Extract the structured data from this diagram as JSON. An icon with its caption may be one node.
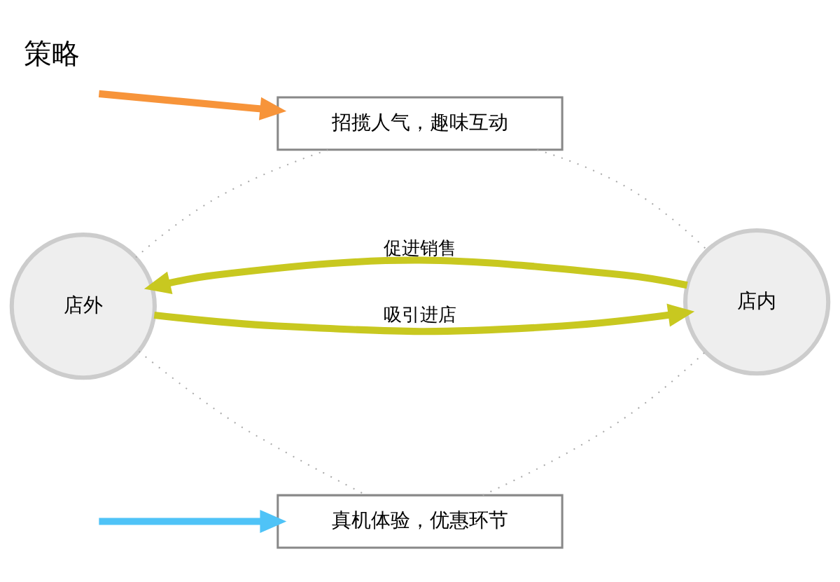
{
  "diagram": {
    "title": "策略",
    "nodes": [
      {
        "text": [
          "店外"
        ]
      },
      {
        "text": [
          "店内"
        ]
      },
      {
        "text": [
          "招揽人气，趣味互动"
        ]
      },
      {
        "text": [
          "真机体验，优惠环节"
        ]
      }
    ],
    "edges": [
      {
        "from": 0,
        "to": 2,
        "arrow": "none",
        "style": "dashed"
      },
      {
        "from": 2,
        "to": 1,
        "arrow": "none",
        "style": "dashed"
      },
      {
        "from": 0,
        "to": 3,
        "arrow": "none",
        "style": "dashed"
      },
      {
        "from": 3,
        "to": 1,
        "arrow": "none",
        "style": "dashed"
      },
      {
        "from": 0,
        "to": 1,
        "arrow": "to",
        "label": "吸引进店",
        "style": "thick",
        "color": "#c8c820"
      },
      {
        "from": 1,
        "to": 0,
        "arrow": "to",
        "label": "促进销售",
        "style": "thick",
        "color": "#c8c820"
      },
      {
        "from": null,
        "to": 2,
        "arrow": "to",
        "style": "thick",
        "color": "#f7943a"
      },
      {
        "from": null,
        "to": 3,
        "arrow": "to",
        "style": "thick",
        "color": "#4fc3f7"
      }
    ]
  }
}
